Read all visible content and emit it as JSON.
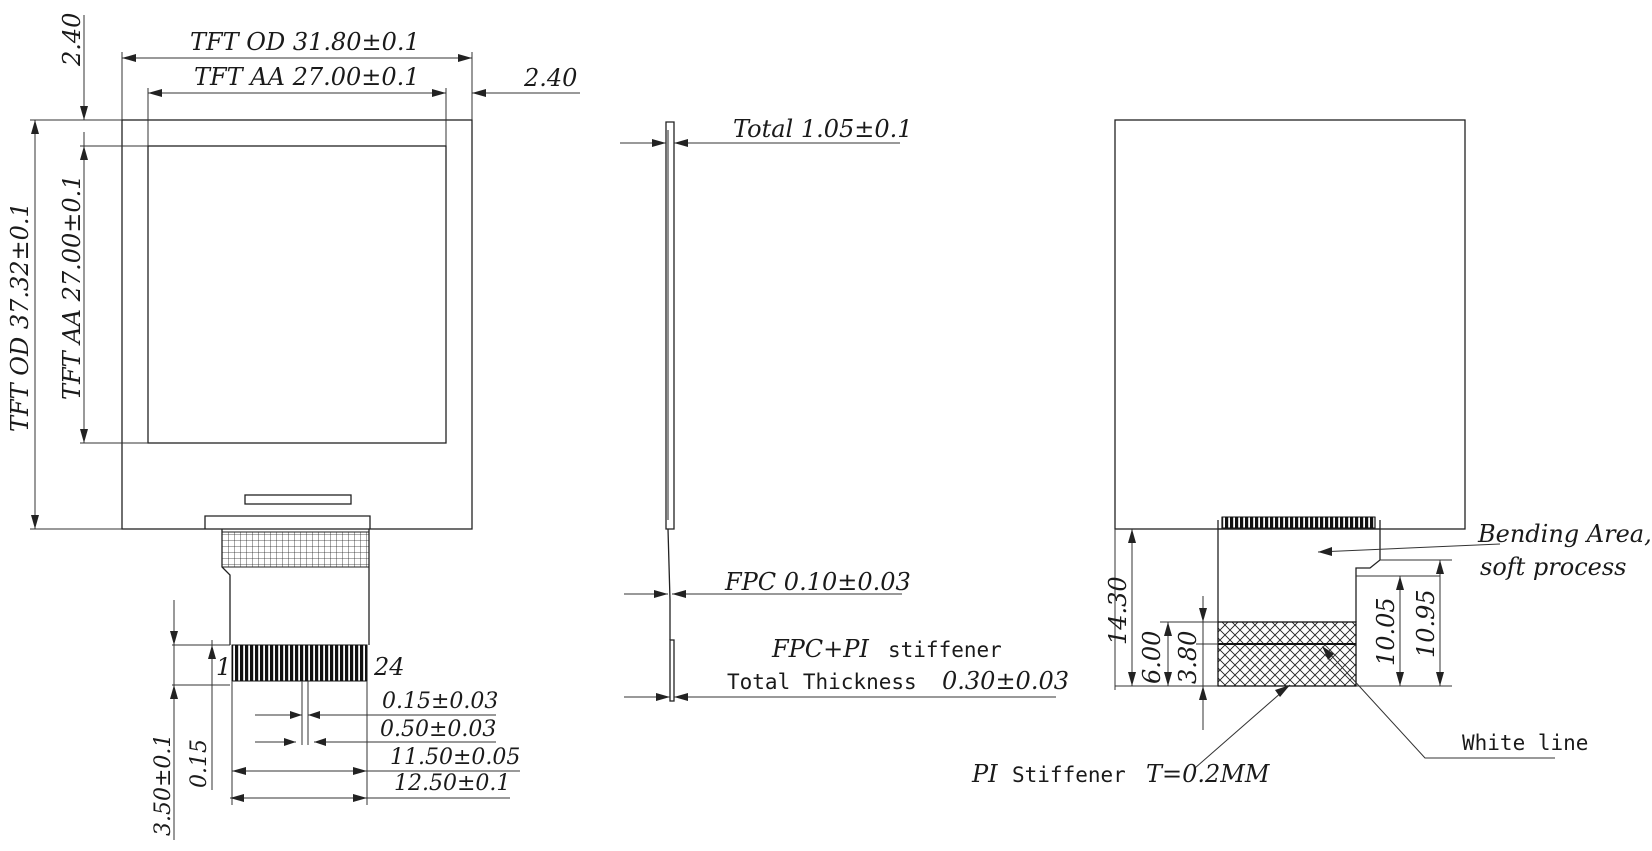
{
  "front_view": {
    "dim_top_margin": "2.40",
    "od_width": "TFT OD 31.80±0.1",
    "aa_width": "TFT AA 27.00±0.1",
    "dim_right_margin": "2.40",
    "od_height": "TFT OD 37.32±0.1",
    "aa_height": "TFT AA 27.00±0.1",
    "pin_first": "1",
    "pin_last": "24",
    "pin_width": "0.15±0.03",
    "pin_pitch": "0.50±0.03",
    "pin_span": "11.50±0.05",
    "fpc_width": "12.50±0.1",
    "tail_length": "3.50±0.1",
    "pin_gap": "0.15"
  },
  "side_view": {
    "total": "Total 1.05±0.1",
    "fpc": "FPC 0.10±0.03",
    "stiffener_label_a": "FPC+PI",
    "stiffener_label_b": "stiffener",
    "stiffener_total_a": "Total Thickness",
    "stiffener_total_b": "0.30±0.03"
  },
  "back_view": {
    "bending_line1": "Bending Area,",
    "bending_line2": "soft process",
    "dim_1430": "14.30",
    "dim_600": "6.00",
    "dim_380": "3.80",
    "dim_1005": "10.05",
    "dim_1095": "10.95",
    "white_line": "White line",
    "pi_stiffener_a": "PI",
    "pi_stiffener_b": "Stiffener",
    "pi_stiffener_c": "T=0.2MM"
  }
}
